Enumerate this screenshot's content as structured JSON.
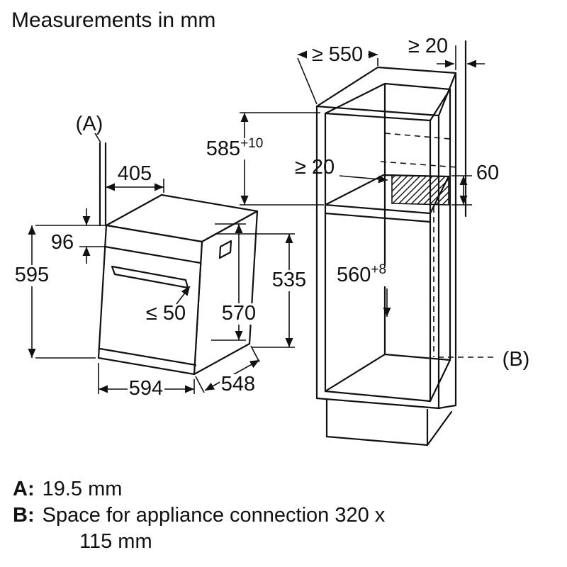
{
  "title": "Measurements in mm",
  "oven": {
    "label_a": "(A)",
    "dim_top_depth": "405",
    "dim_panel_height": "96",
    "dim_height": "595",
    "dim_handle": "≤ 50",
    "dim_front_height": "570",
    "dim_width": "594",
    "dim_depth": "548",
    "dim_side_height": "535"
  },
  "cabinet": {
    "dim_min_depth": "≥ 550",
    "dim_rear_gap": "≥ 20",
    "dim_niche_height": "585",
    "dim_niche_height_tol": "+10",
    "dim_vent_gap": "≥ 20",
    "dim_vent": "60",
    "dim_niche_depth": "560",
    "dim_niche_depth_tol": "+8",
    "label_b": "(B)"
  },
  "legend": {
    "a_key": "A:",
    "a_value": "19.5 mm",
    "b_key": "B:",
    "b_value": "Space for appliance connection 320 x",
    "b_value_cont": "115 mm"
  }
}
